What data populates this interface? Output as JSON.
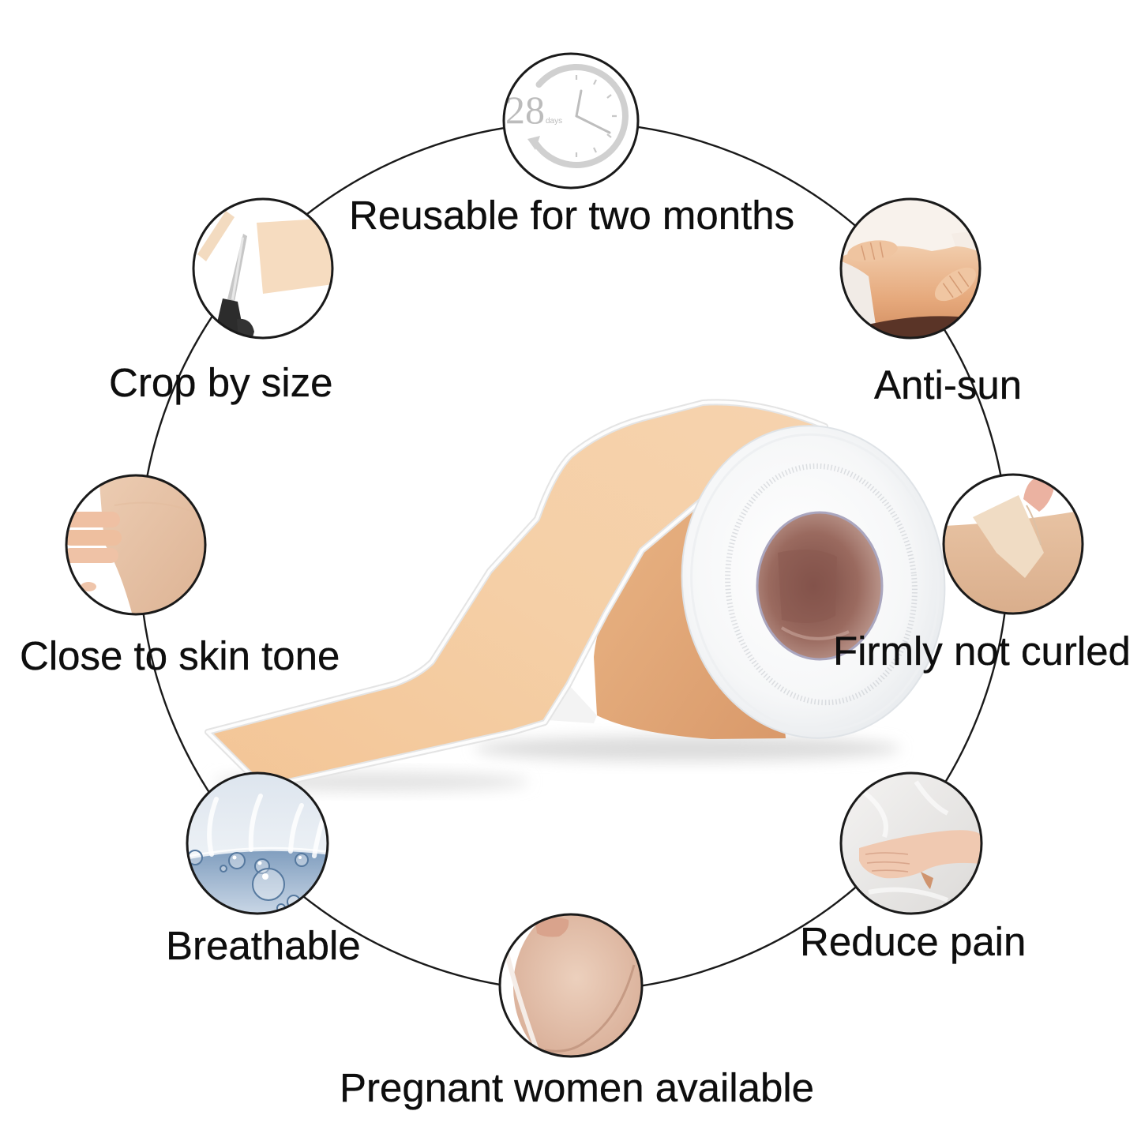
{
  "features": [
    {
      "label": "Reusable for two months",
      "icon": "clock-28-days-icon",
      "icon_text": {
        "number": "28",
        "unit": "days"
      }
    },
    {
      "label": "Crop by size",
      "icon": "scissors-cutting-tape-icon"
    },
    {
      "label": "Anti-sun",
      "icon": "sun-exposed-back-icon"
    },
    {
      "label": "Close to skin tone",
      "icon": "skin-tone-patch-icon"
    },
    {
      "label": "Firmly not curled",
      "icon": "tape-on-hand-icon"
    },
    {
      "label": "Breathable",
      "icon": "breathable-water-bubbles-icon"
    },
    {
      "label": "Reduce pain",
      "icon": "hand-on-back-icon"
    },
    {
      "label": "Pregnant women available",
      "icon": "pregnant-belly-icon"
    }
  ],
  "product": {
    "icon": "silicone-tape-roll-image"
  },
  "colors": {
    "background": "#ffffff",
    "outline": "#1a1a1a",
    "text": "#0e0e0e",
    "tape": "#f4cda4",
    "tape_roll_side": "#e3a877",
    "roll_white": "#f5f6f7",
    "roll_core": "#8e5e55",
    "icon_gray": "#c4c4c4",
    "water_blue": "#8aa6c4"
  }
}
